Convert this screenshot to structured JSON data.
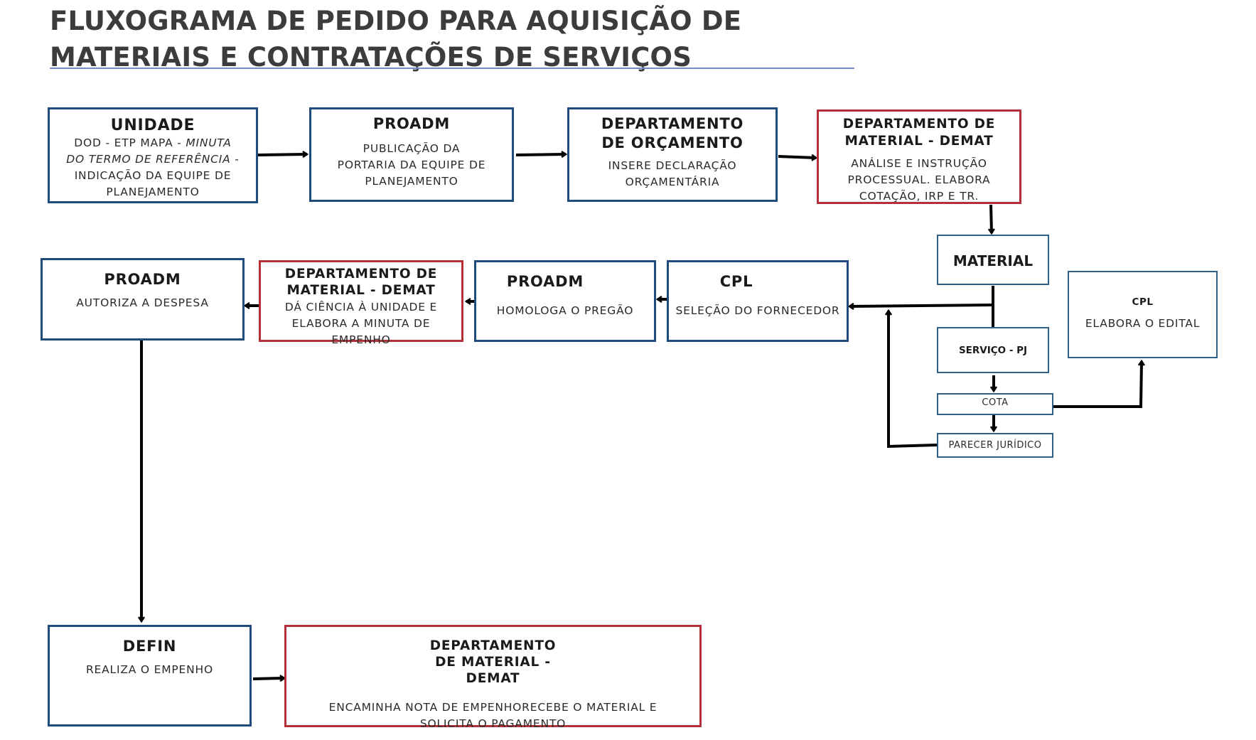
{
  "title": "FLUXOGRAMA DE PEDIDO PARA AQUISIÇÃO DE MATERIAIS E CONTRATAÇÕES DE SERVIÇOS",
  "nodes": {
    "unidade": {
      "title": "UNIDADE",
      "text_1": "DOD - ETP MAPA - ",
      "text_2": "MINUTA DO TERMO DE REFERÊNCIA",
      "text_3": " - INDICAÇÃO DA EQUIPE DE PLANEJAMENTO"
    },
    "proadm_publicacao": {
      "title": "PROADM",
      "text": "PUBLICAÇÃO DA PORTARIA DA EQUIPE DE PLANEJAMENTO"
    },
    "orcamento": {
      "title": "DEPARTAMENTO DE ORÇAMENTO",
      "text": "INSERE DECLARAÇÃO ORÇAMENTÁRIA"
    },
    "demat_analise": {
      "title": "DEPARTAMENTO DE MATERIAL - DEMAT",
      "text": "ANÁLISE E INSTRUÇÃO PROCESSUAL. ELABORA COTAÇÃO, IRP E TR."
    },
    "material": {
      "title": "MATERIAL"
    },
    "servico_pj": {
      "title": "SERVIÇO - PJ"
    },
    "cota": {
      "title": "COTA"
    },
    "parecer": {
      "title": "PARECER JURÍDICO"
    },
    "cpl_edital": {
      "title": "CPL",
      "text": "ELABORA O EDITAL"
    },
    "cpl_selecao": {
      "title": "CPL",
      "text": "SELEÇÃO DO FORNECEDOR"
    },
    "proadm_homologa": {
      "title": "PROADM",
      "text": "HOMOLOGA O PREGÃO"
    },
    "demat_ciencia": {
      "title": "DEPARTAMENTO DE MATERIAL - DEMAT",
      "text": "DÁ CIÊNCIA À UNIDADE E ELABORA A MINUTA DE EMPENHO"
    },
    "proadm_autoriza": {
      "title": "PROADM",
      "text": "AUTORIZA A DESPESA"
    },
    "defin": {
      "title": "DEFIN",
      "text": "REALIZA O EMPENHO"
    },
    "demat_final": {
      "title": "DEPARTAMENTO DE MATERIAL - DEMAT",
      "text": "ENCAMINHA NOTA DE EMPENHORECEBE O MATERIAL E SOLICITA O PAGAMENTO"
    }
  },
  "colors": {
    "box_border": "#1f4a7c",
    "highlight_border": "#b5303a",
    "arrow": "#000000",
    "title_text": "#3c3c3c",
    "title_rule": "#6c8fc8"
  }
}
